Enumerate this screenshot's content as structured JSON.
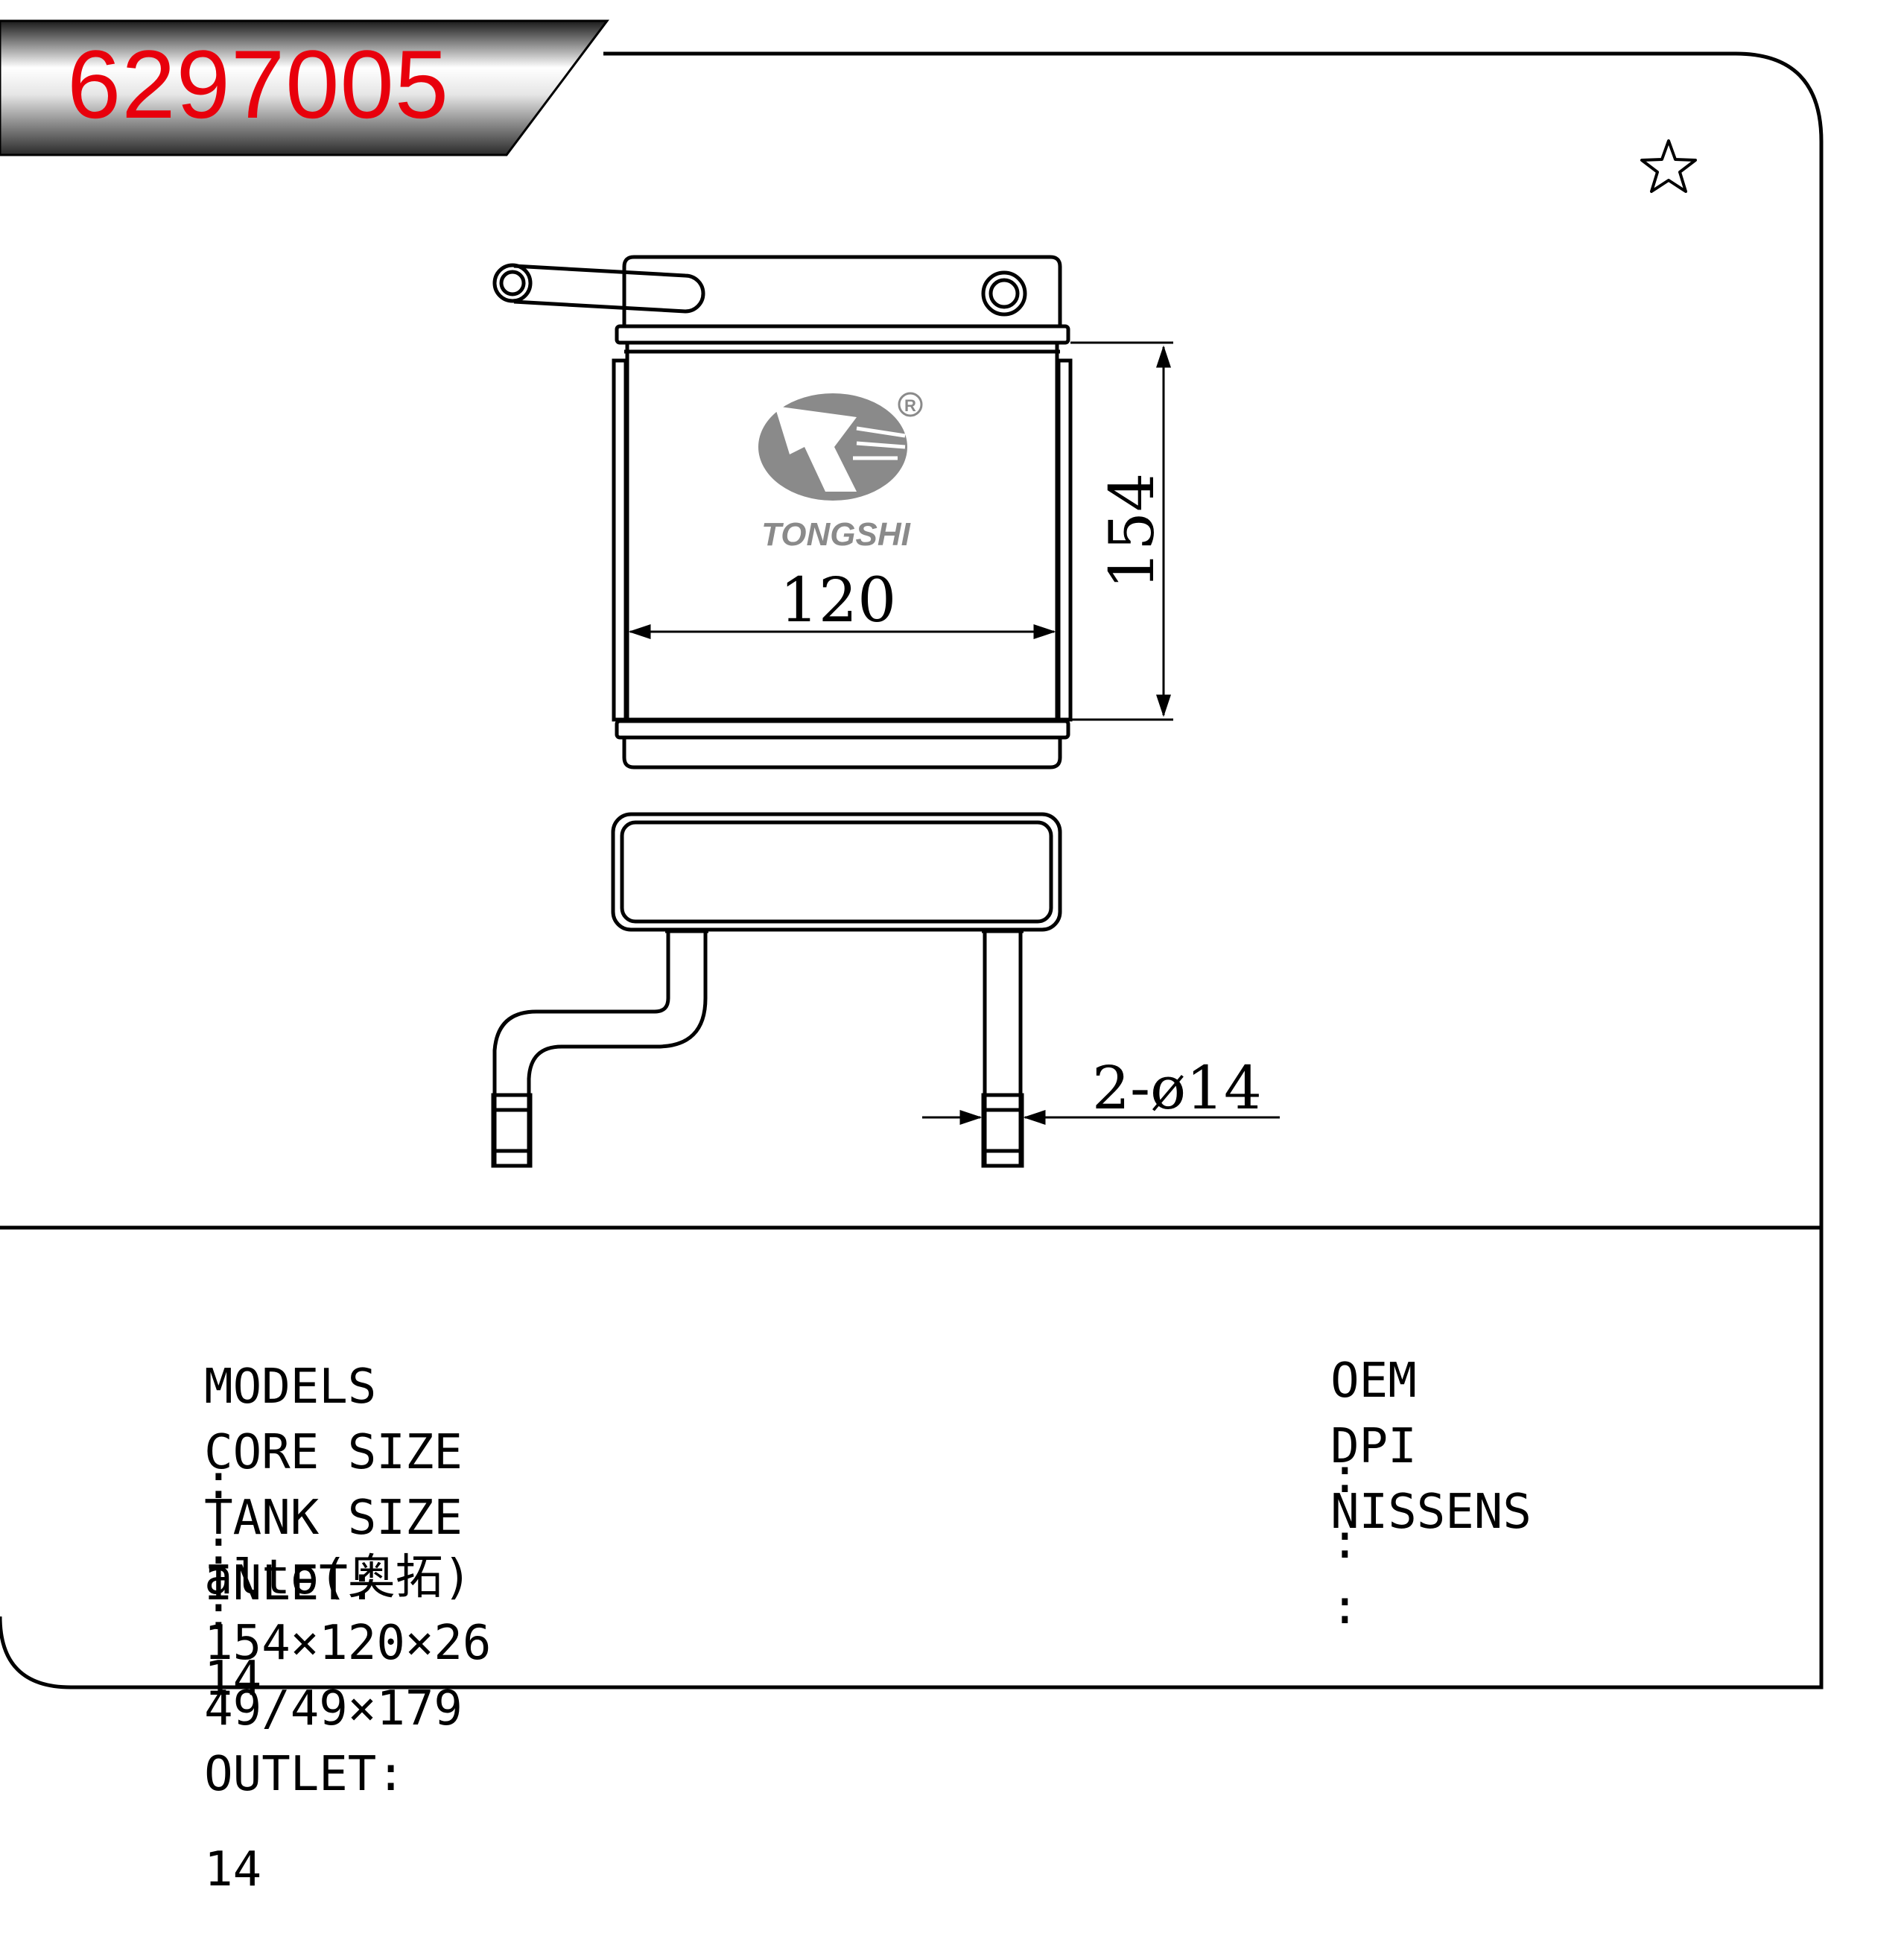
{
  "part_number": "6297005",
  "logo": {
    "brand": "TONGSHI",
    "registered_mark": "R"
  },
  "icons": {
    "favorite": "star-outline-icon"
  },
  "dimensions": {
    "height": "154",
    "width": "120",
    "pipe": "2-ø14"
  },
  "specs": {
    "models": {
      "label": "MODELS",
      "sep": ":",
      "value": "alto(奥拓)"
    },
    "core_size": {
      "label": "CORE SIZE",
      "sep": ":",
      "value": "154×120×26"
    },
    "tank_size": {
      "label": "TANK SIZE",
      "sep": ":",
      "value": "49/49×179"
    },
    "inlet": {
      "label": "INLET:",
      "value": "14"
    },
    "outlet": {
      "label": "OUTLET:",
      "value": "14"
    }
  },
  "references": {
    "oem": {
      "label": "OEM",
      "sep": ":",
      "value": ""
    },
    "dpi": {
      "label": "DPI",
      "sep": ":",
      "value": ""
    },
    "nissens": {
      "label": "NISSENS",
      "sep": ":",
      "value": ""
    }
  },
  "colors": {
    "title": "#e8000c",
    "logo": "#8a8a8a",
    "line": "#000000"
  }
}
